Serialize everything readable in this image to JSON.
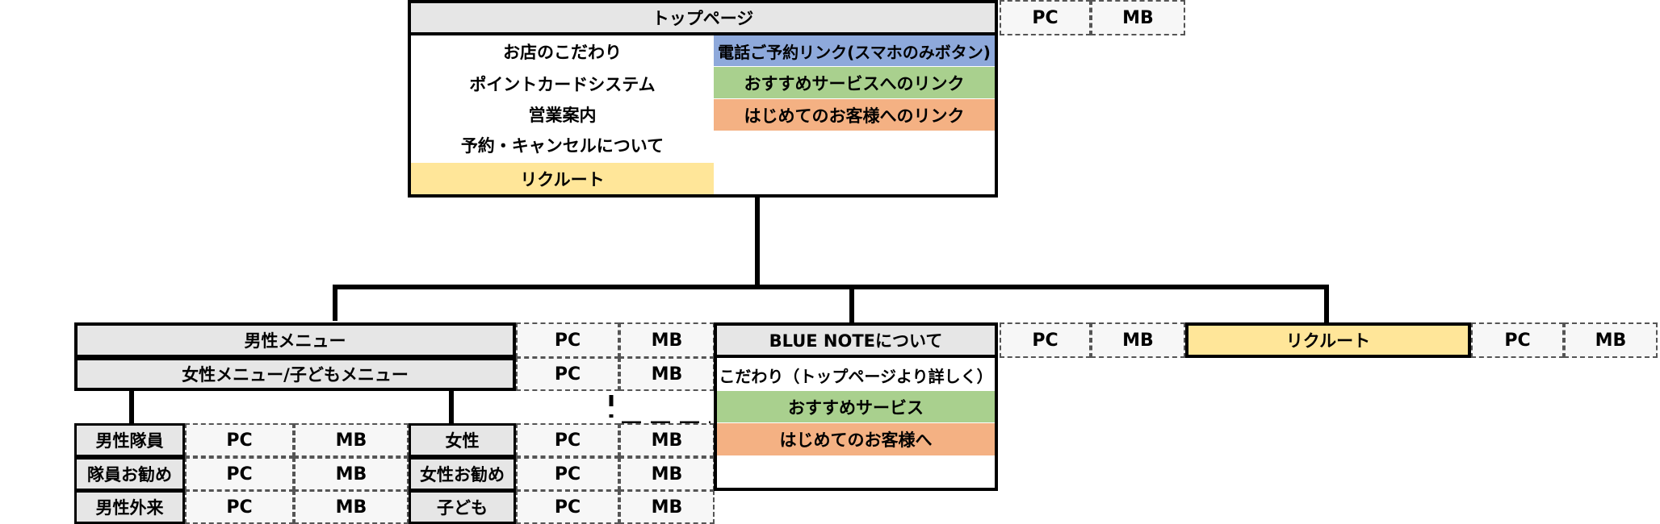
{
  "colors": {
    "header_gray": "#e6e6e6",
    "recruit_yellow": "#ffe699",
    "phone_blue": "#8ea9db",
    "recommend_green": "#a9d08e",
    "first_orange": "#f4b183"
  },
  "top": {
    "title": "トップページ",
    "pc": "PC",
    "mb": "MB",
    "left_items": [
      "お店のこだわり",
      "ポイントカードシステム",
      "営業案内",
      "予約・キャンセルについて",
      "リクルート"
    ],
    "right_items": [
      "電話ご予約リンク(スマホのみボタン)",
      "おすすめサービスへのリンク",
      "はじめてのお客様へのリンク"
    ]
  },
  "men": {
    "title": "男性メニュー",
    "subtitle": "女性メニュー/子どもメニュー",
    "pc": "PC",
    "mb": "MB",
    "men_pages": [
      "男性隊員",
      "隊員お勧め",
      "男性外来"
    ],
    "women_pages": [
      "女性",
      "女性お勧め",
      "子ども"
    ]
  },
  "bluenote": {
    "title": "BLUE NOTEについて",
    "pc": "PC",
    "mb": "MB",
    "items": [
      "こだわり（トップページより詳しく）",
      "おすすめサービス",
      "はじめてのお客様へ"
    ]
  },
  "recruit": {
    "title": "リクルート",
    "pc": "PC",
    "mb": "MB"
  }
}
